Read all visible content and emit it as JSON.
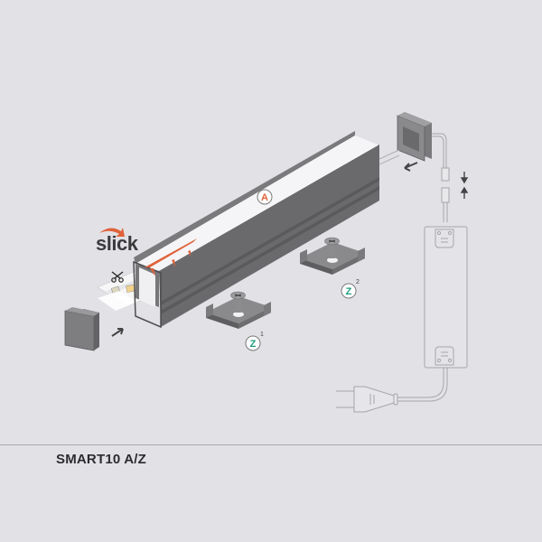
{
  "product": {
    "name": "SMART10 A/Z",
    "brand": "slick"
  },
  "labels": {
    "diffuser": {
      "letter": "A",
      "color": "#e0623a"
    },
    "mounting_clip_1": {
      "letter": "Z",
      "index": "1",
      "color": "#1e9d7e"
    },
    "mounting_clip_2": {
      "letter": "Z",
      "index": "2",
      "color": "#1e9d7e"
    }
  },
  "colors": {
    "background": "#e2e1e6",
    "profile": "#6b6b6e",
    "profile_dark": "#545457",
    "diffuser": "#f4f4f6",
    "accent": "#e0623a",
    "line_art": "#9a9a9e"
  }
}
